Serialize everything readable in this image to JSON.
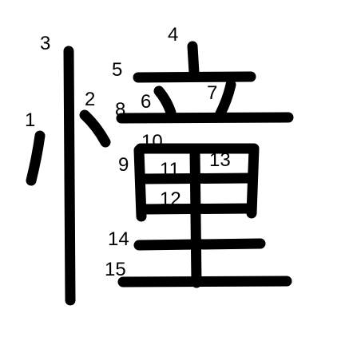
{
  "colors": {
    "stroke": "#000000",
    "label": "#000000",
    "background": "#ffffff"
  },
  "stroke_labels": [
    "1",
    "2",
    "3",
    "4",
    "5",
    "6",
    "7",
    "8",
    "9",
    "10",
    "11",
    "12",
    "13",
    "14",
    "15"
  ]
}
